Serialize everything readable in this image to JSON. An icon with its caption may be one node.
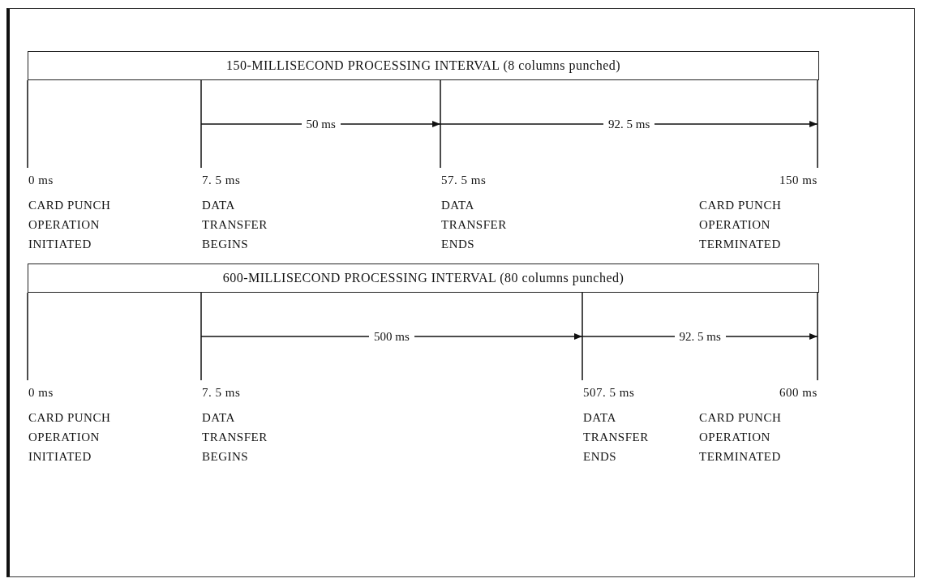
{
  "diagram": {
    "nodes": [
      {
        "text": [
          "150-MILLISECOND PROCESSING INTERVAL (8 columns punched)"
        ]
      },
      {
        "text": [
          "600-MILLISECOND PROCESSING INTERVAL (80 columns punched)"
        ]
      }
    ],
    "labels": [
      "50 ms",
      "92. 5 ms",
      "0 ms",
      "7. 5 ms",
      "57. 5 ms",
      "150 ms",
      "CARD PUNCH OPERATION INITIATED",
      "DATA TRANSFER BEGINS",
      "DATA TRANSFER ENDS",
      "CARD PUNCH OPERATION TERMINATED",
      "500 ms",
      "92. 5 ms",
      "0 ms",
      "7. 5 ms",
      "507. 5 ms",
      "600 ms",
      "CARD PUNCH OPERATION INITIATED",
      "DATA TRANSFER BEGINS",
      "DATA TRANSFER ENDS",
      "CARD PUNCH OPERATION TERMINATED"
    ]
  }
}
